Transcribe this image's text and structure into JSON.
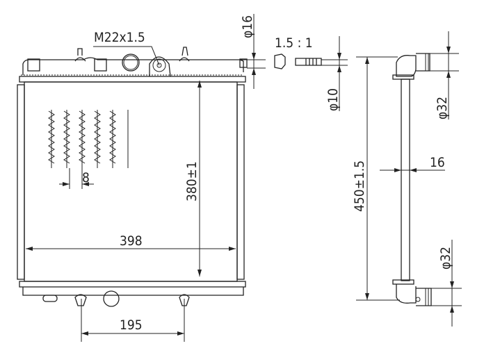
{
  "labels": {
    "thread": "M22x1.5",
    "scale": "1.5 : 1",
    "dia16": "φ16",
    "dia10": "φ10",
    "height_core": "380±1",
    "width_core": "398",
    "fin_pitch": "8",
    "spacing": "195",
    "height_total": "450±1.5",
    "thickness": "16",
    "dia32_top": "φ32",
    "dia32_bottom": "φ32"
  },
  "colors": {
    "line": "#222222",
    "background": "#ffffff"
  }
}
